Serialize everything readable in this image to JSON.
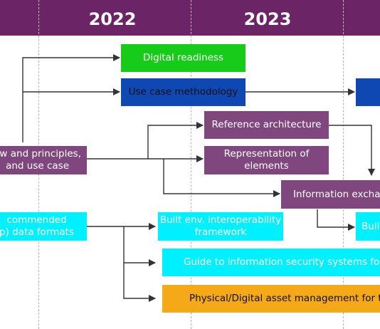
{
  "timeline": {
    "years": [
      "2022",
      "2023"
    ]
  },
  "nodes": {
    "overview": [
      "ew and principles,",
      "and use case"
    ],
    "digital_readiness": "Digital readiness",
    "use_case_methodology": "Use case methodology",
    "reference_architecture": "Reference architecture",
    "representation_of_elements": [
      "Representation of",
      "elements"
    ],
    "information_exchange": "Information exchan",
    "recommended_formats": [
      "commended",
      "p) data formats"
    ],
    "built_env_framework": [
      "Built env. interoperability",
      "framework"
    ],
    "built_right": "Buil",
    "guide_security": "Guide to information security systems for th",
    "asset_management": "Physical/Digital asset management for the"
  },
  "colors": {
    "header": "#6b2466",
    "purple": "#80477e",
    "green": "#16cc18",
    "blue": "#0f47b3",
    "cyan": "#00f0ff",
    "orange": "#f5a818"
  }
}
